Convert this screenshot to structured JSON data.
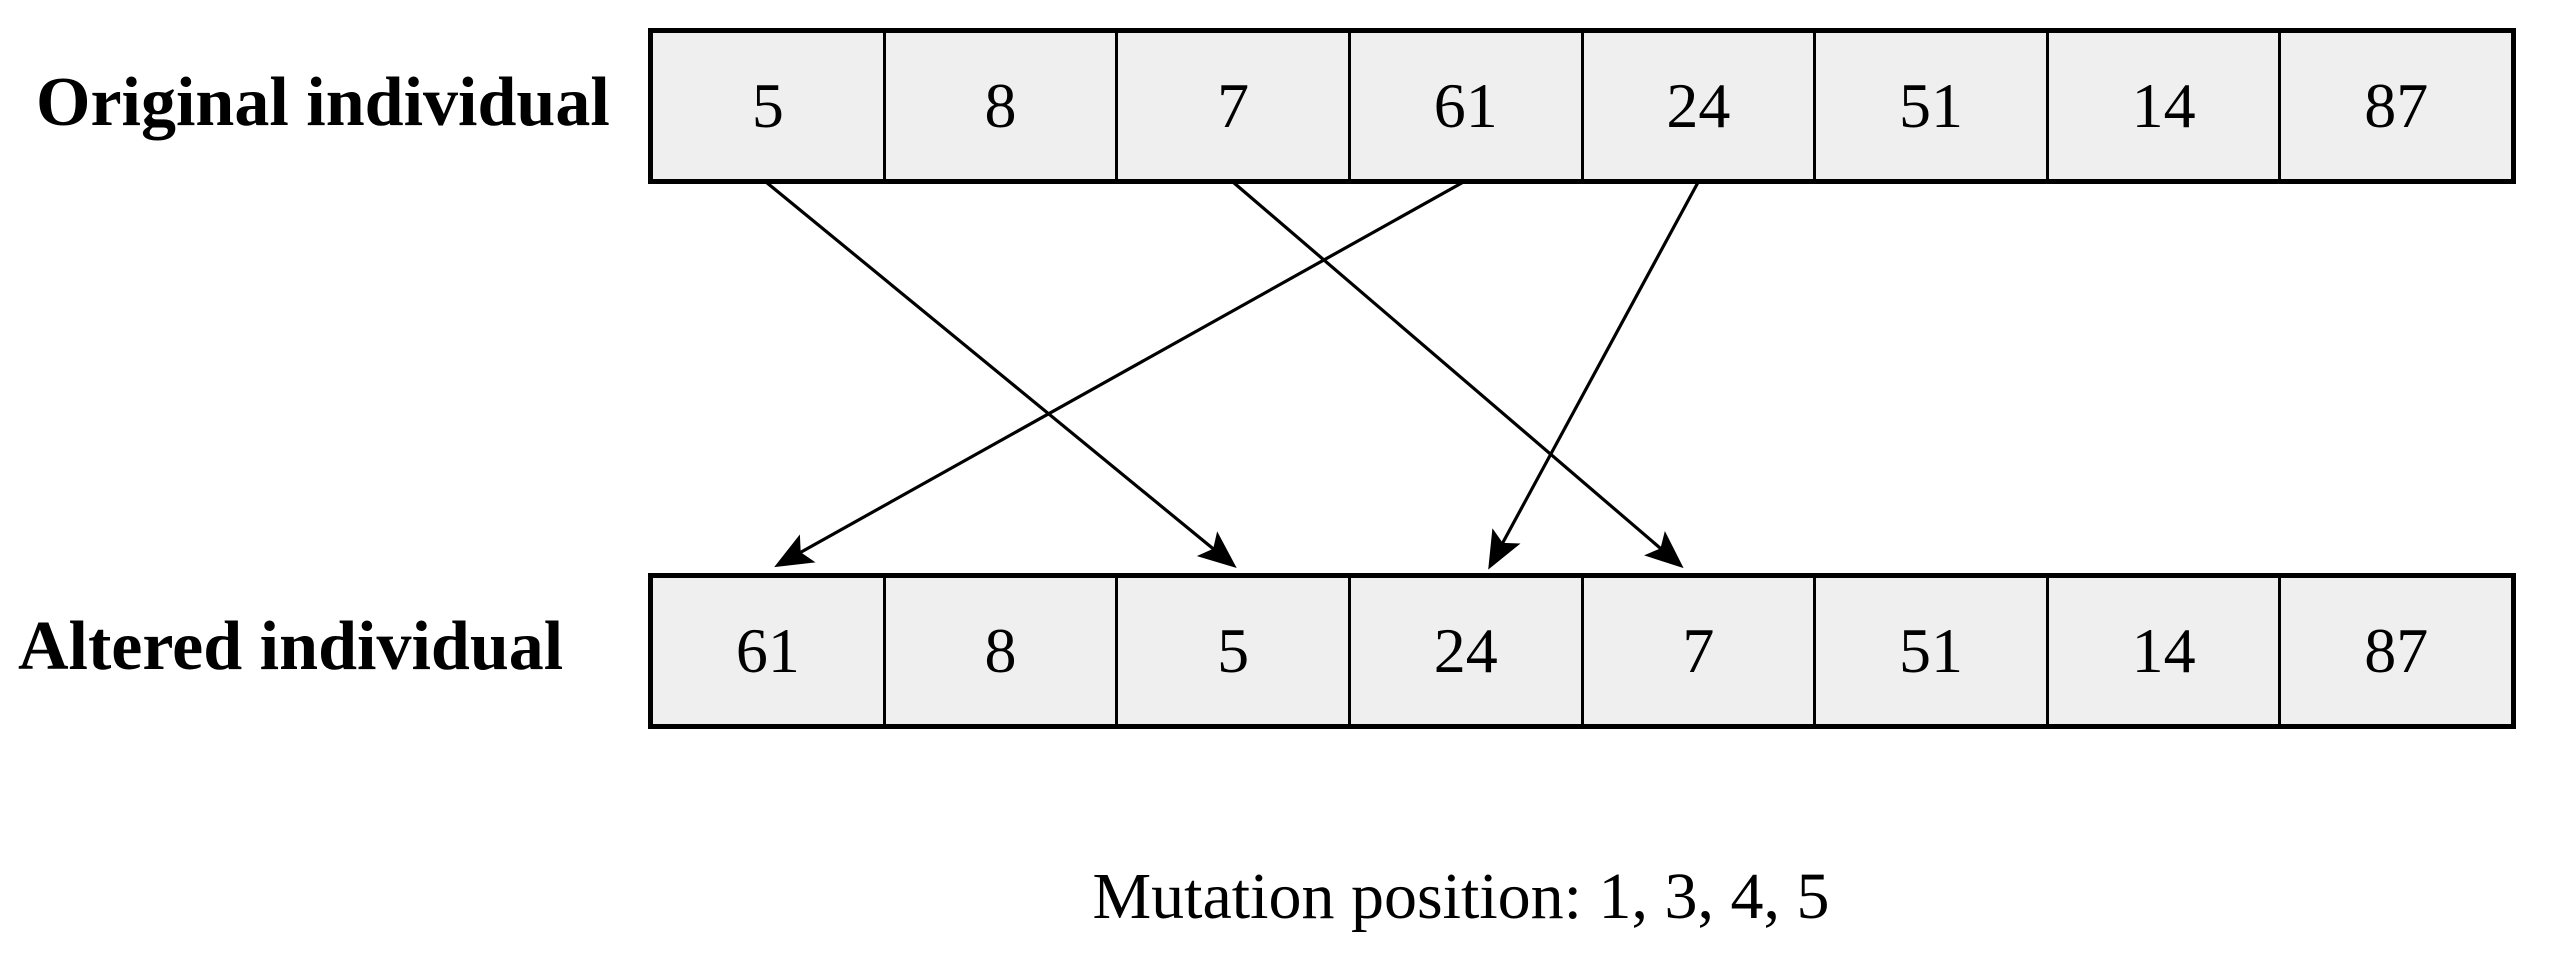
{
  "diagram": {
    "original": {
      "label": "Original individual",
      "values": [
        "5",
        "8",
        "7",
        "61",
        "24",
        "51",
        "14",
        "87"
      ]
    },
    "altered": {
      "label": "Altered individual",
      "values": [
        "61",
        "8",
        "5",
        "24",
        "7",
        "51",
        "14",
        "87"
      ]
    },
    "arrows": [
      {
        "from": 1,
        "to": 3
      },
      {
        "from": 3,
        "to": 5
      },
      {
        "from": 4,
        "to": 1
      },
      {
        "from": 5,
        "to": 4
      }
    ],
    "caption": "Mutation position: 1, 3, 4, 5"
  },
  "colors": {
    "cell_fill": "#efefef",
    "line": "#000000",
    "text": "#000000",
    "background": "#ffffff"
  }
}
